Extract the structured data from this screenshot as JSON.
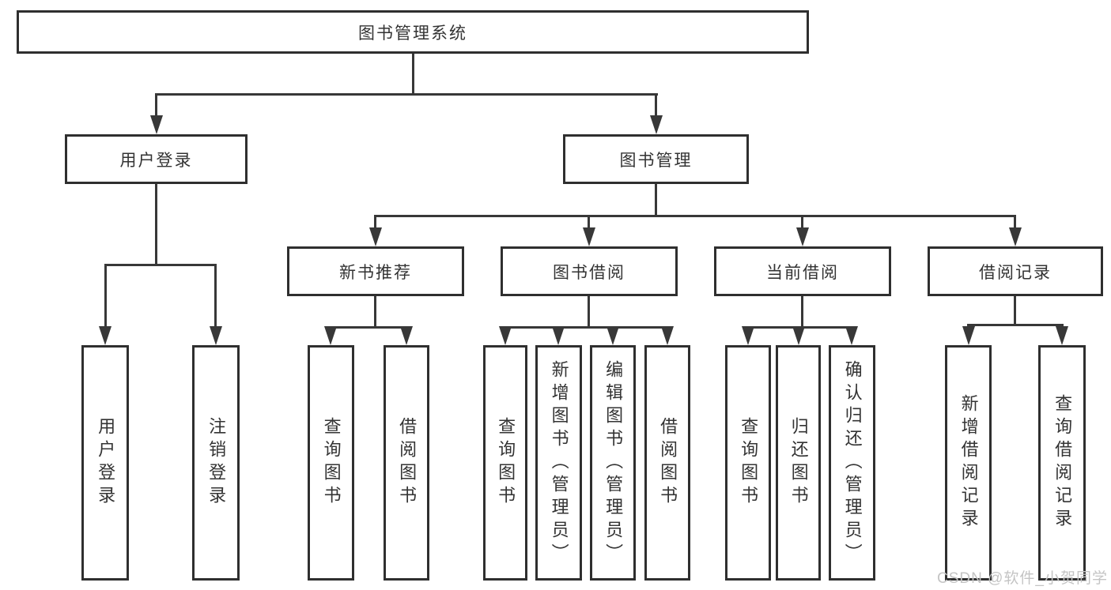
{
  "diagram": {
    "type": "hierarchy-tree",
    "root": {
      "label": "图书管理系统"
    },
    "branches": [
      {
        "label": "用户登录",
        "children": [
          {
            "label": "用户登录"
          },
          {
            "label": "注销登录"
          }
        ]
      },
      {
        "label": "图书管理",
        "children": [
          {
            "label": "新书推荐",
            "children": [
              {
                "label": "查询图书"
              },
              {
                "label": "借阅图书"
              }
            ]
          },
          {
            "label": "图书借阅",
            "children": [
              {
                "label": "查询图书"
              },
              {
                "label": "新增图书（管理员）"
              },
              {
                "label": "编辑图书（管理员）"
              },
              {
                "label": "借阅图书"
              }
            ]
          },
          {
            "label": "当前借阅",
            "children": [
              {
                "label": "查询图书"
              },
              {
                "label": "归还图书"
              },
              {
                "label": "确认归还（管理员）"
              }
            ]
          },
          {
            "label": "借阅记录",
            "children": [
              {
                "label": "新增借阅记录"
              },
              {
                "label": "查询借阅记录"
              }
            ]
          }
        ]
      }
    ]
  },
  "colors": {
    "box_border": "#2f2f2f",
    "line": "#383838",
    "text": "#333333",
    "watermark": "#c4c4c4",
    "background": "#ffffff"
  },
  "watermark": {
    "text": "CSDN @软件_小贺同学"
  }
}
